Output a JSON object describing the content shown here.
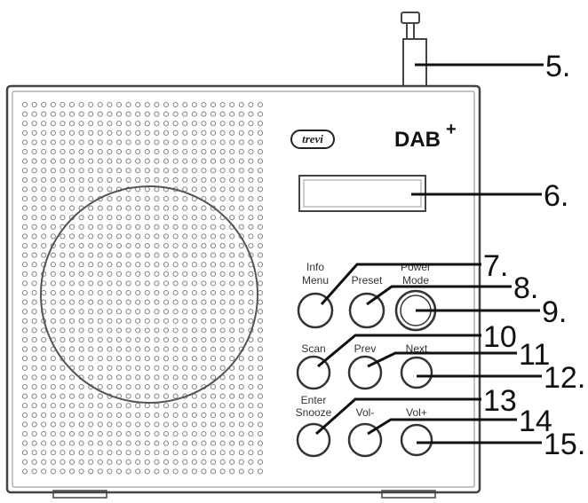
{
  "brand": "trevi",
  "dab_logo": {
    "text": "DAB",
    "plus": "+"
  },
  "buttons": {
    "info_menu": [
      "Info",
      "Menu"
    ],
    "preset": "Preset",
    "power_mode": [
      "Power",
      "Mode"
    ],
    "scan": "Scan",
    "prev": "Prev",
    "next": "Next",
    "enter_snooze": [
      "Enter",
      "Snooze"
    ],
    "vol_minus": "Vol-",
    "vol_plus": "Vol+"
  },
  "callouts": [
    "5.",
    "6.",
    "7.",
    "8.",
    "9.",
    "10",
    "11",
    "12.",
    "13",
    "14",
    "15."
  ],
  "colors": {
    "line": "#111111",
    "outline": "#444444",
    "dot": "#7a7a7a"
  }
}
